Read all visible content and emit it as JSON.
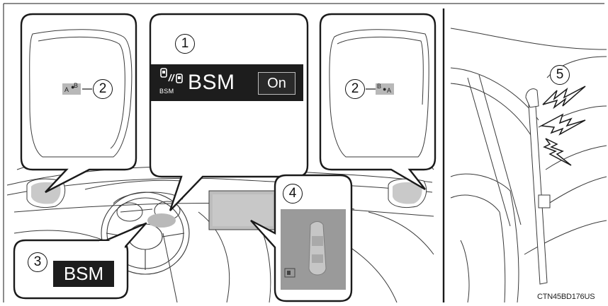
{
  "callouts": {
    "c1": "1",
    "c2_left": "2",
    "c2_right": "2",
    "c3": "3",
    "c4": "4",
    "c5": "5"
  },
  "bsm_screen": {
    "title": "BSM",
    "icon_sub": "BSM",
    "toggle_label": "On"
  },
  "meter_badge": "BSM",
  "caption": "CTN45BD176US",
  "colors": {
    "line": "#1a1a1a",
    "gray_indicator": "#8a8a8a",
    "screen_dark": "#1d1d1d",
    "panel_gray": "#9a9a9a"
  },
  "icons": [
    "mirror-indicator-icon",
    "bsm-vehicles-icon",
    "car-top-icon",
    "sound-wave-icon"
  ]
}
